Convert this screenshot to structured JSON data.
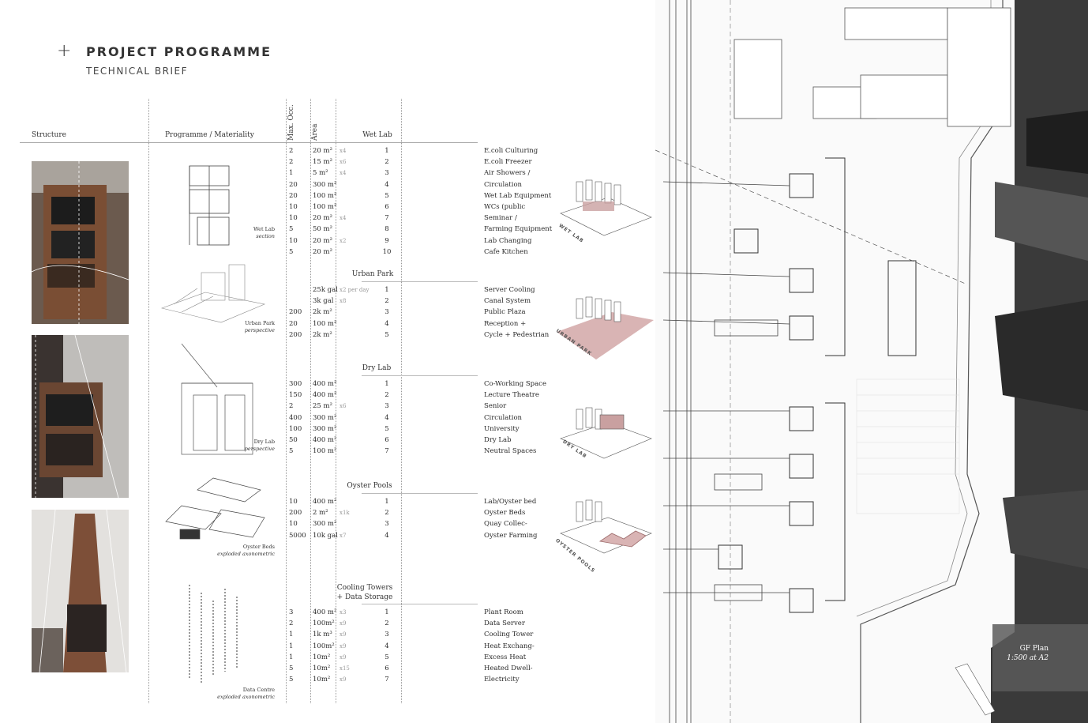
{
  "header": {
    "plus": "+",
    "title": "PROJECT PROGRAMME",
    "subtitle": "TECHNICAL BRIEF"
  },
  "columns": {
    "structure": "Structure",
    "programme": "Programme / Materiality",
    "max_occ": "Max. Occ.",
    "area": "Area"
  },
  "sections": [
    {
      "title": "Wet Lab",
      "rows": [
        {
          "occ": "2",
          "area": "20 m²",
          "mult": "x4",
          "num": "1",
          "name": "E.coli Culturing"
        },
        {
          "occ": "2",
          "area": "15 m²",
          "mult": "x6",
          "num": "2",
          "name": "E.coli Freezer"
        },
        {
          "occ": "1",
          "area": "5 m²",
          "mult": "x4",
          "num": "3",
          "name": "Air Showers /"
        },
        {
          "occ": "20",
          "area": "300 m²",
          "mult": "",
          "num": "4",
          "name": "Circulation"
        },
        {
          "occ": "20",
          "area": "100 m²",
          "mult": "",
          "num": "5",
          "name": "Wet Lab Equipment"
        },
        {
          "occ": "10",
          "area": "100 m²",
          "mult": "",
          "num": "6",
          "name": "WCs (public"
        },
        {
          "occ": "10",
          "area": "20 m²",
          "mult": "x4",
          "num": "7",
          "name": "Seminar /"
        },
        {
          "occ": "5",
          "area": "50 m²",
          "mult": "",
          "num": "8",
          "name": "Farming Equipment"
        },
        {
          "occ": "10",
          "area": "20 m²",
          "mult": "x2",
          "num": "9",
          "name": "Lab Changing"
        },
        {
          "occ": "5",
          "area": "20 m²",
          "mult": "",
          "num": "10",
          "name": "Cafe Kitchen"
        }
      ]
    },
    {
      "title": "Urban Park",
      "rows": [
        {
          "occ": "",
          "area": "25k gal",
          "mult": "x2 per day",
          "num": "1",
          "name": "Server Cooling"
        },
        {
          "occ": "",
          "area": "3k gal",
          "mult": "x8",
          "num": "2",
          "name": "Canal System"
        },
        {
          "occ": "200",
          "area": "2k m²",
          "mult": "",
          "num": "3",
          "name": "Public Plaza"
        },
        {
          "occ": "20",
          "area": "100 m²",
          "mult": "",
          "num": "4",
          "name": "Reception +"
        },
        {
          "occ": "200",
          "area": "2k m²",
          "mult": "",
          "num": "5",
          "name": "Cycle + Pedestrian"
        }
      ]
    },
    {
      "title": "Dry Lab",
      "rows": [
        {
          "occ": "300",
          "area": "400 m²",
          "mult": "",
          "num": "1",
          "name": "Co-Working Space"
        },
        {
          "occ": "150",
          "area": "400 m²",
          "mult": "",
          "num": "2",
          "name": "Lecture Theatre"
        },
        {
          "occ": "2",
          "area": "25 m²",
          "mult": "x6",
          "num": "3",
          "name": "Senior"
        },
        {
          "occ": "400",
          "area": "300 m²",
          "mult": "",
          "num": "4",
          "name": "Circulation"
        },
        {
          "occ": "100",
          "area": "300 m²",
          "mult": "",
          "num": "5",
          "name": "University"
        },
        {
          "occ": "50",
          "area": "400 m²",
          "mult": "",
          "num": "6",
          "name": "Dry Lab"
        },
        {
          "occ": "5",
          "area": "100 m²",
          "mult": "",
          "num": "7",
          "name": "Neutral Spaces"
        }
      ]
    },
    {
      "title": "Oyster Pools",
      "rows": [
        {
          "occ": "10",
          "area": "400 m²",
          "mult": "",
          "num": "1",
          "name": "Lab/Oyster bed"
        },
        {
          "occ": "200",
          "area": "2 m²",
          "mult": "x1k",
          "num": "2",
          "name": "Oyster Beds"
        },
        {
          "occ": "10",
          "area": "300 m²",
          "mult": "",
          "num": "3",
          "name": "Quay Collec-"
        },
        {
          "occ": "5000",
          "area": "10k gal",
          "mult": "x7",
          "num": "4",
          "name": "Oyster Farming"
        }
      ]
    },
    {
      "title": "Cooling Towers",
      "title2": "+ Data Storage",
      "rows": [
        {
          "occ": "3",
          "area": "400 m²",
          "mult": "x3",
          "num": "1",
          "name": "Plant Room"
        },
        {
          "occ": "2",
          "area": "100m²",
          "mult": "x9",
          "num": "2",
          "name": "Data Server"
        },
        {
          "occ": "1",
          "area": "1k m³",
          "mult": "x9",
          "num": "3",
          "name": "Cooling Tower"
        },
        {
          "occ": "1",
          "area": "100m²",
          "mult": "x9",
          "num": "4",
          "name": "Heat Exchang-"
        },
        {
          "occ": "1",
          "area": "10m²",
          "mult": "x9",
          "num": "5",
          "name": "Excess Heat"
        },
        {
          "occ": "5",
          "area": "10m²",
          "mult": "x15",
          "num": "6",
          "name": "Heated Dwell-"
        },
        {
          "occ": "5",
          "area": "10m²",
          "mult": "x9",
          "num": "7",
          "name": "Electricity"
        }
      ]
    }
  ],
  "captions": [
    {
      "title": "Wet Lab",
      "sub": "section"
    },
    {
      "title": "Urban Park",
      "sub": "perspective"
    },
    {
      "title": "Dry Lab",
      "sub": "perspective"
    },
    {
      "title": "Oyster Beds",
      "sub": "exploded axonometric"
    },
    {
      "title": "Data Centre",
      "sub": "exploded axonometric"
    }
  ],
  "axo_labels": [
    "WET LAB",
    "URBAN PARK",
    "DRY LAB",
    "OYSTER POOLS"
  ],
  "plan": {
    "caption1": "GF Plan",
    "caption2": "1:500 at A2"
  },
  "colors": {
    "accent": "#c9a0a0",
    "dark": "#2c2c2c",
    "ink": "#333333"
  }
}
